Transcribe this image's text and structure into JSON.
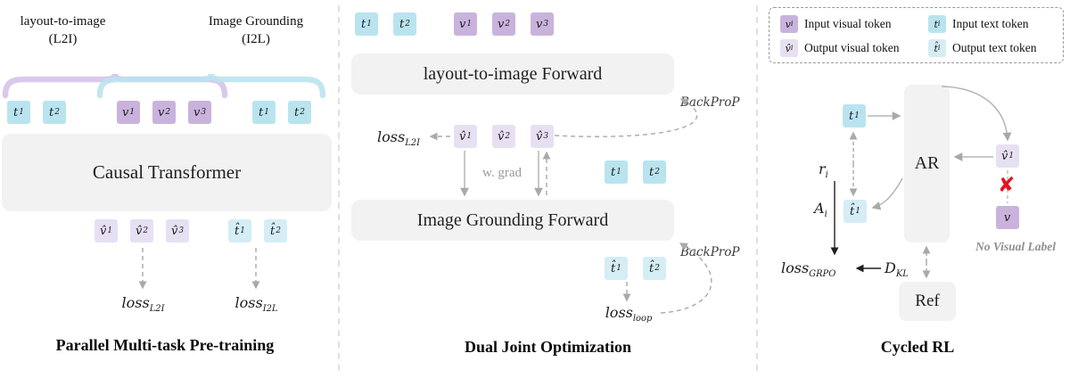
{
  "left": {
    "title": "Parallel Multi-task Pre-training",
    "l2i_group": {
      "line1": "layout-to-image",
      "line2": "(L2I)"
    },
    "i2l_group": {
      "line1": "Image Grounding",
      "line2": "(I2L)"
    },
    "input_tokens": [
      {
        "base": "t",
        "sub": "1"
      },
      {
        "base": "t",
        "sub": "2"
      },
      {
        "base": "v",
        "sub": "1"
      },
      {
        "base": "v",
        "sub": "2"
      },
      {
        "base": "v",
        "sub": "3"
      },
      {
        "base": "t",
        "sub": "1"
      },
      {
        "base": "t",
        "sub": "2"
      }
    ],
    "transformer": "Causal Transformer",
    "output_tokens": [
      {
        "base": "v̂",
        "sub": "1"
      },
      {
        "base": "v̂",
        "sub": "2"
      },
      {
        "base": "v̂",
        "sub": "3"
      },
      {
        "base": "t̂",
        "sub": "1"
      },
      {
        "base": "t̂",
        "sub": "2"
      }
    ],
    "loss_l2i": {
      "base": "loss",
      "sub": "L2I"
    },
    "loss_i2l": {
      "base": "loss",
      "sub": "I2L"
    }
  },
  "middle": {
    "title": "Dual Joint Optimization",
    "input_tokens": [
      {
        "base": "t",
        "sub": "1"
      },
      {
        "base": "t",
        "sub": "2"
      },
      {
        "base": "v",
        "sub": "1"
      },
      {
        "base": "v",
        "sub": "2"
      },
      {
        "base": "v",
        "sub": "3"
      }
    ],
    "l2i_forward": "layout-to-image Forward",
    "backprop_top": "BackProP",
    "loss_l2i": {
      "base": "loss",
      "sub": "L2I"
    },
    "pred_visual_tokens": [
      {
        "base": "v̂",
        "sub": "1"
      },
      {
        "base": "v̂",
        "sub": "2"
      },
      {
        "base": "v̂",
        "sub": "3"
      }
    ],
    "w_grad": "w. grad",
    "text_tokens": [
      {
        "base": "t",
        "sub": "1"
      },
      {
        "base": "t",
        "sub": "2"
      }
    ],
    "grounding_forward": "Image Grounding Forward",
    "backprop_bottom": "BackProP",
    "pred_text_tokens": [
      {
        "base": "t̂",
        "sub": "1"
      },
      {
        "base": "t̂",
        "sub": "2"
      }
    ],
    "loss_loop": {
      "base": "loss",
      "sub": "loop"
    }
  },
  "right": {
    "title": "Cycled RL",
    "legend": {
      "items": [
        {
          "token": {
            "base": "v",
            "sub": "i"
          },
          "label": "Input visual token"
        },
        {
          "token": {
            "base": "t",
            "sub": "i"
          },
          "label": "Input text token"
        },
        {
          "token": {
            "base": "v̂",
            "sub": "i"
          },
          "label": "Output visual token"
        },
        {
          "token": {
            "base": "t̂",
            "sub": "i"
          },
          "label": "Output text token"
        }
      ]
    },
    "ar_label": "AR",
    "ref_label": "Ref",
    "t1": {
      "base": "t",
      "sub": "1"
    },
    "t1_hat": {
      "base": "t̂",
      "sub": "1"
    },
    "v1_hat": {
      "base": "v̂",
      "sub": "1"
    },
    "v_plain": {
      "base": "v",
      "sub": ""
    },
    "r_i": {
      "base": "r",
      "sub": "i"
    },
    "A_i": {
      "base": "A",
      "sub": "i"
    },
    "loss_grpo": {
      "base": "loss",
      "sub": "GRPO"
    },
    "d_kl": {
      "base": "D",
      "sub": "KL"
    },
    "cross": "✘",
    "no_visual_label": "No Visual Label"
  },
  "colors": {
    "input_text_token": "#b9e4ef",
    "input_visual_token": "#c9b3dc",
    "output_text_token": "#d5edf5",
    "output_visual_token": "#e7e0f2",
    "box_bg": "#f3f2f3",
    "cross_red": "#e4121f"
  }
}
